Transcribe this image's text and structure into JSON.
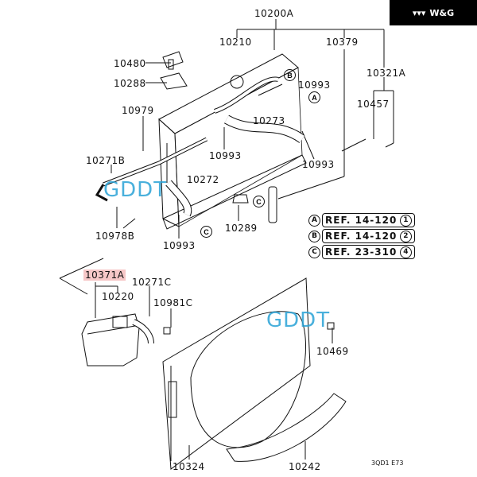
{
  "brand": {
    "icon": "wing-logo-icon",
    "label": "W&G"
  },
  "watermarks": [
    "GDDT",
    "GDDT"
  ],
  "part_labels": {
    "p10200A": "10200A",
    "p10210": "10210",
    "p10379": "10379",
    "p10480": "10480",
    "p10288": "10288",
    "p10321A": "10321A",
    "p10993a": "10993",
    "p10457": "10457",
    "p10979": "10979",
    "p10273": "10273",
    "p10993b": "10993",
    "p10993c": "10993",
    "p10271B": "10271B",
    "p10272": "10272",
    "p10289": "10289",
    "p10978B": "10978B",
    "p10993d": "10993",
    "p10371A": "10371A",
    "p10271C": "10271C",
    "p10220": "10220",
    "p10981C": "10981C",
    "p10469": "10469",
    "p10324": "10324",
    "p10242": "10242"
  },
  "callouts": {
    "a": "A",
    "b": "B",
    "c": "C"
  },
  "references": [
    {
      "key": "A",
      "ref": "REF. 14-120",
      "num": "1"
    },
    {
      "key": "B",
      "ref": "REF. 14-120",
      "num": "2"
    },
    {
      "key": "C",
      "ref": "REF. 23-310",
      "num": "4"
    }
  ],
  "diagram_code": "3QD1 E73"
}
